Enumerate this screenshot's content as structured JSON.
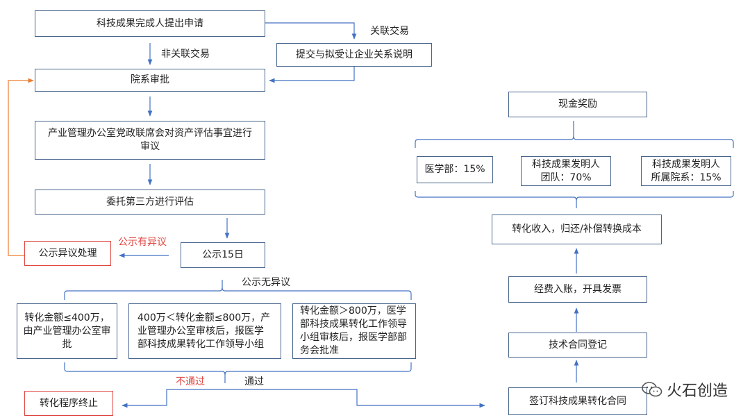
{
  "nodes": {
    "apply": "科技成果完成人提出申请",
    "submit_relation": "提交与拟受让企业关系说明",
    "dept_approval": "院系审批",
    "joint_meeting": "产业管理办公室党政联席会对资产评估事宜进行审议",
    "third_party": "委托第三方进行评估",
    "objection": "公示异议处理",
    "publicity": "公示15日",
    "tier1": "转化金额≤400万，由产业管理办公室审批",
    "tier2": "400万＜转化金额≤800万，产业管理办公室审核后，报医学部科技成果转化工作领导小组",
    "tier3": "转化金额＞800万，医学部科技成果转化工作领导小组审核后，报医学部部务会批准",
    "terminate": "转化程序终止",
    "sign": "签订科技成果转化合同",
    "register": "技术合同登记",
    "invoice": "经费入账，开具发票",
    "income": "转化收入，归还/补偿转换成本",
    "reward": "现金奖励",
    "share_medical": "医学部：15%",
    "share_team_1": "科技成果发明人",
    "share_team_2": "团队：70%",
    "share_dept_1": "科技成果发明人",
    "share_dept_2": "所属院系：15%"
  },
  "labels": {
    "related": "关联交易",
    "non_related": "非关联交易",
    "has_objection": "公示有异议",
    "no_objection": "公示无异议",
    "not_passed": "不通过",
    "passed": "通过"
  },
  "watermark": "火石创造",
  "colors": {
    "line": "#4472c4",
    "border": "#46648c",
    "orange": "#ed7d31",
    "red": "#e0443f"
  }
}
